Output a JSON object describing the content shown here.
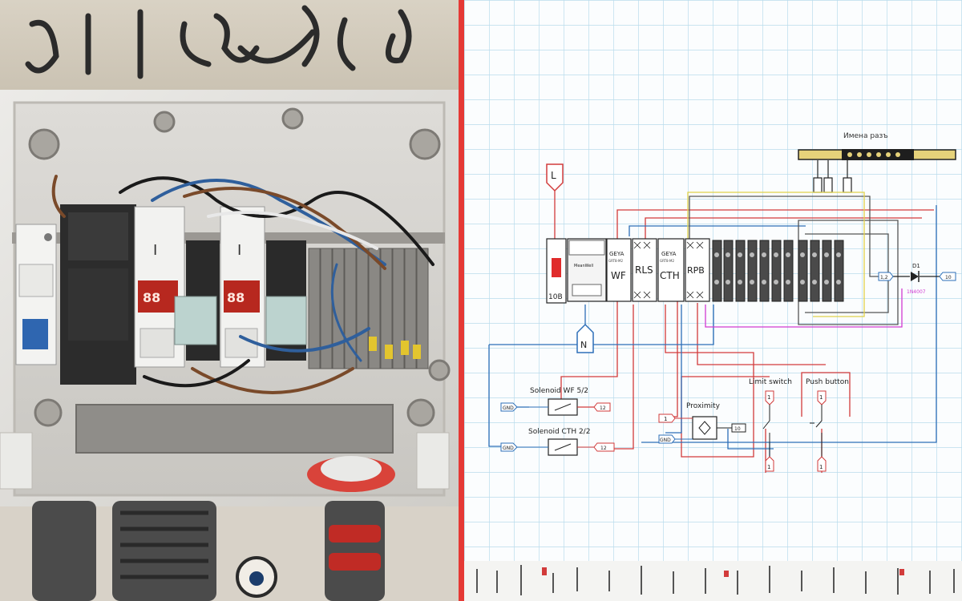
{
  "image": {
    "description_left": "photo of an opened electrical control box with breaker, DIN-rail modules, timers and terminal blocks",
    "description_right": "hand-drawn style wiring schematic on grid paper"
  },
  "schematic": {
    "header_text": "Имена разъ",
    "supply": {
      "line": "L",
      "neutral": "N",
      "breaker": "10B"
    },
    "modules": [
      "WF",
      "RLS",
      "CTH",
      "RPB"
    ],
    "module_brand": "GEYA",
    "module_model": "GRT8-M2",
    "psu_label": "MeanWell",
    "sensors": {
      "solenoid_wf": "Solenoid WF 5/2",
      "solenoid_cth": "Solenoid CTH 2/2",
      "proximity": "Proximity",
      "limit_switch": "Limit switch",
      "push_button": "Push button"
    },
    "tags": {
      "gnd": "GND",
      "one": "1",
      "twelve": "12",
      "one_two": "1,2",
      "one_zero": "10"
    },
    "diode": {
      "label": "D1",
      "part": "1N4007"
    }
  },
  "colors": {
    "divider": "#e53935",
    "wire_red": "#d23b3b",
    "wire_blue": "#2d6fb8",
    "wire_yellow": "#e0d24a",
    "wire_magenta": "#d23bd2",
    "grid": "#b9dcec"
  }
}
